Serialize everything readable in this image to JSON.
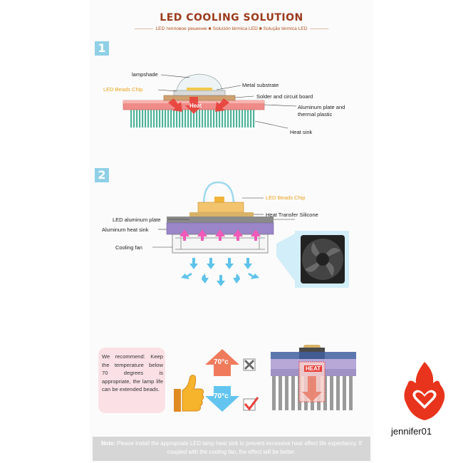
{
  "header": {
    "title": "LED COOLING SOLUTION",
    "subtitle_dashes_left": "------------",
    "subtitle": "LED тепловое решение ■ Solución térmica LED ■ Solução térmica LED",
    "subtitle_dashes_right": "------------"
  },
  "section1": {
    "badge": "1",
    "labels": {
      "lampshade": "lampshade",
      "beads_chip": "LED Beads Chip",
      "metal_substrate": "Metal substrate",
      "solder": "Solder and circuit board",
      "aluminum_plate_1": "Aluminum plate and",
      "aluminum_plate_2": "thermal plastic",
      "heat_sink": "Heat sink",
      "heat": "Heat"
    }
  },
  "section2": {
    "badge": "2",
    "labels": {
      "beads_chip": "LED Beads Chip",
      "heat_transfer": "Heat Transfer Silicone",
      "led_plate": "LED aluminum plate",
      "al_heat_sink": "Aluminum heat sink",
      "cooling_fan": "Cooling fan"
    }
  },
  "section3": {
    "recommend": "We recommend: Keep the temperature below 70 degrees is appropriate, the lamp life can be extended beads.",
    "temp_high": "70°c",
    "temp_low": "70°c",
    "heat": "HEAT"
  },
  "note": {
    "prefix": "Note:",
    "text": "Please install the appropriate LED lamp heat sink to prevent excessive heat affect life expectancy. If coupled with the cooling fan, the effect will be better."
  },
  "watermark": "jennifer01",
  "colors": {
    "title": "#9a3a1c",
    "badge": "#8fd0e6",
    "orange_label": "#e8a21c",
    "heat_red": "#e8403a",
    "fins": "#4fb39a",
    "purple": "#9a86c8",
    "arrow_blue": "#5ec3ea"
  }
}
